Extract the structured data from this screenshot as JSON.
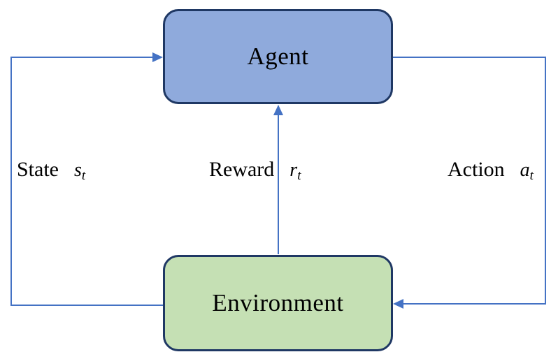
{
  "boxes": {
    "agent": {
      "label": "Agent"
    },
    "environment": {
      "label": "Environment"
    }
  },
  "edge_labels": {
    "state": {
      "word": "State",
      "variable": "s",
      "subscript": "t"
    },
    "reward": {
      "word": "Reward",
      "variable": "r",
      "subscript": "t"
    },
    "action": {
      "word": "Action",
      "variable": "a",
      "subscript": "t"
    }
  },
  "arrows": {
    "state": {
      "from": "environment",
      "to": "agent",
      "direction": "left-side-up"
    },
    "reward": {
      "from": "environment",
      "to": "agent",
      "direction": "middle-up"
    },
    "action": {
      "from": "agent",
      "to": "environment",
      "direction": "right-side-down"
    }
  },
  "colors": {
    "connector": "#4472C4",
    "agent_fill": "#8FAADC",
    "environment_fill": "#C5E0B4",
    "box_border": "#1F3864",
    "text": "#000000",
    "background": "#FFFFFF"
  }
}
